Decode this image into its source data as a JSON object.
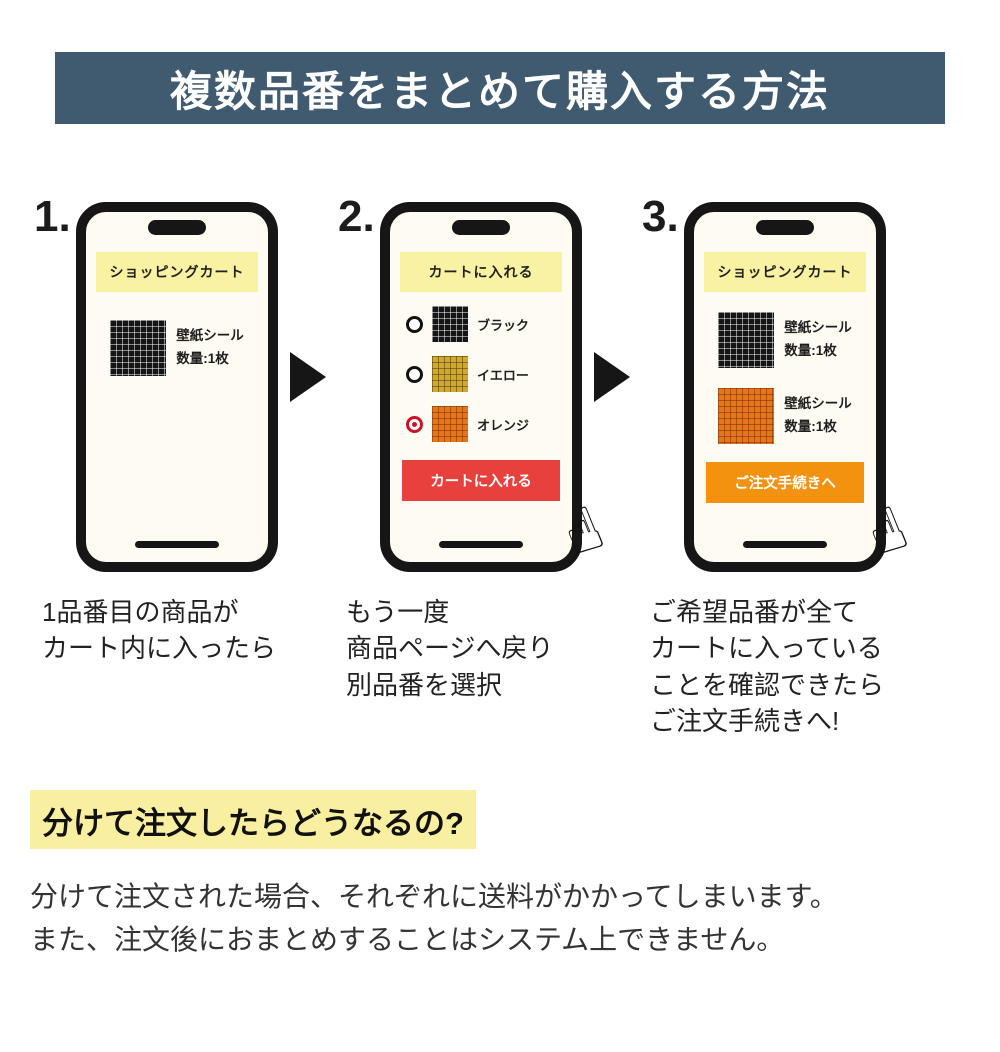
{
  "header": {
    "title": "複数品番をまとめて購入する方法"
  },
  "icons": {
    "hand": "☝",
    "arrow": "right-triangle"
  },
  "colors": {
    "header_bg": "#405b70",
    "banner_yellow": "#f8f2a2",
    "highlight_yellow": "#f8f0a0",
    "add_to_cart_red": "#e8403c",
    "checkout_orange": "#f3920f",
    "selected_radio_red": "#cf1126",
    "swatch_black": "#151515",
    "swatch_yellow": "#cfa92f",
    "swatch_orange": "#e6761c"
  },
  "steps": [
    {
      "number": "1.",
      "banner": "ショッピングカート",
      "products": [
        {
          "swatch": "black",
          "name": "壁紙シール",
          "qty": "数量:1枚"
        }
      ],
      "caption_lines": [
        "1品番目の商品が",
        "カート内に入ったら"
      ]
    },
    {
      "number": "2.",
      "banner": "カートに入れる",
      "options": [
        {
          "label": "ブラック",
          "swatch": "black",
          "selected": false
        },
        {
          "label": "イエロー",
          "swatch": "yellow",
          "selected": false
        },
        {
          "label": "オレンジ",
          "swatch": "orange",
          "selected": true
        }
      ],
      "button": "カートに入れる",
      "caption_lines": [
        "もう一度",
        "商品ページへ戻り",
        "別品番を選択"
      ]
    },
    {
      "number": "3.",
      "banner": "ショッピングカート",
      "products": [
        {
          "swatch": "black",
          "name": "壁紙シール",
          "qty": "数量:1枚"
        },
        {
          "swatch": "orange",
          "name": "壁紙シール",
          "qty": "数量:1枚"
        }
      ],
      "button": "ご注文手続きへ",
      "caption_lines": [
        "ご希望品番が全て",
        "カートに入っている",
        "ことを確認できたら",
        "ご注文手続きへ!"
      ]
    }
  ],
  "faq": {
    "heading": "分けて注文したらどうなるの?",
    "body_lines": [
      "分けて注文された場合、それぞれに送料がかかってしまいます。",
      "また、注文後におまとめすることはシステム上できません。"
    ]
  }
}
